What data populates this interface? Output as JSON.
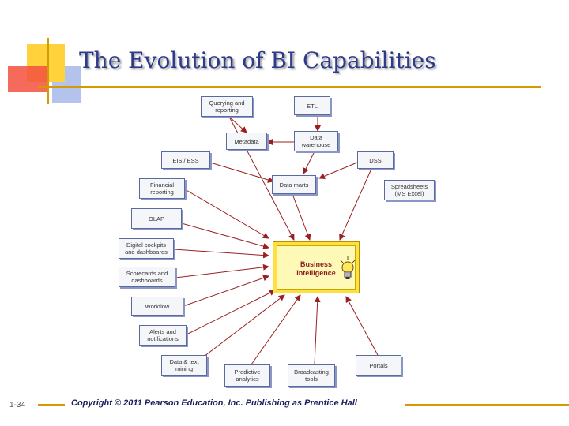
{
  "title": "The Evolution of BI Capabilities",
  "center": "Business\nIntelligence",
  "capabilities": {
    "querying": "Querying and\nreporting",
    "etl": "ETL",
    "metadata": "Metadata",
    "data_warehouse": "Data\nwarehouse",
    "eis_ess": "EIS / ESS",
    "dss": "DSS",
    "financial_reporting": "Financial\nreporting",
    "data_marts": "Data marts",
    "spreadsheets": "Spreadsheets\n(MS Excel)",
    "olap": "OLAP",
    "digital_cockpits": "Digital cockpits\nand dashboards",
    "scorecards": "Scorecards and\ndashboards",
    "workflow": "Workflow",
    "alerts": "Alerts and\nnotifications",
    "data_text_mining": "Data & text\nmining",
    "predictive": "Predictive\nanalytics",
    "broadcasting": "Broadcasting\ntools",
    "portals": "Portals"
  },
  "slide_number": "1-34",
  "copyright": "Copyright © 2011 Pearson Education, Inc. Publishing as Prentice Hall",
  "colors": {
    "title": "#2e3a8c",
    "accent": "#d49a00",
    "deco_yellow": "#ffd23c",
    "deco_red": "#f24b3c",
    "deco_blue": "#a8b8ea"
  }
}
